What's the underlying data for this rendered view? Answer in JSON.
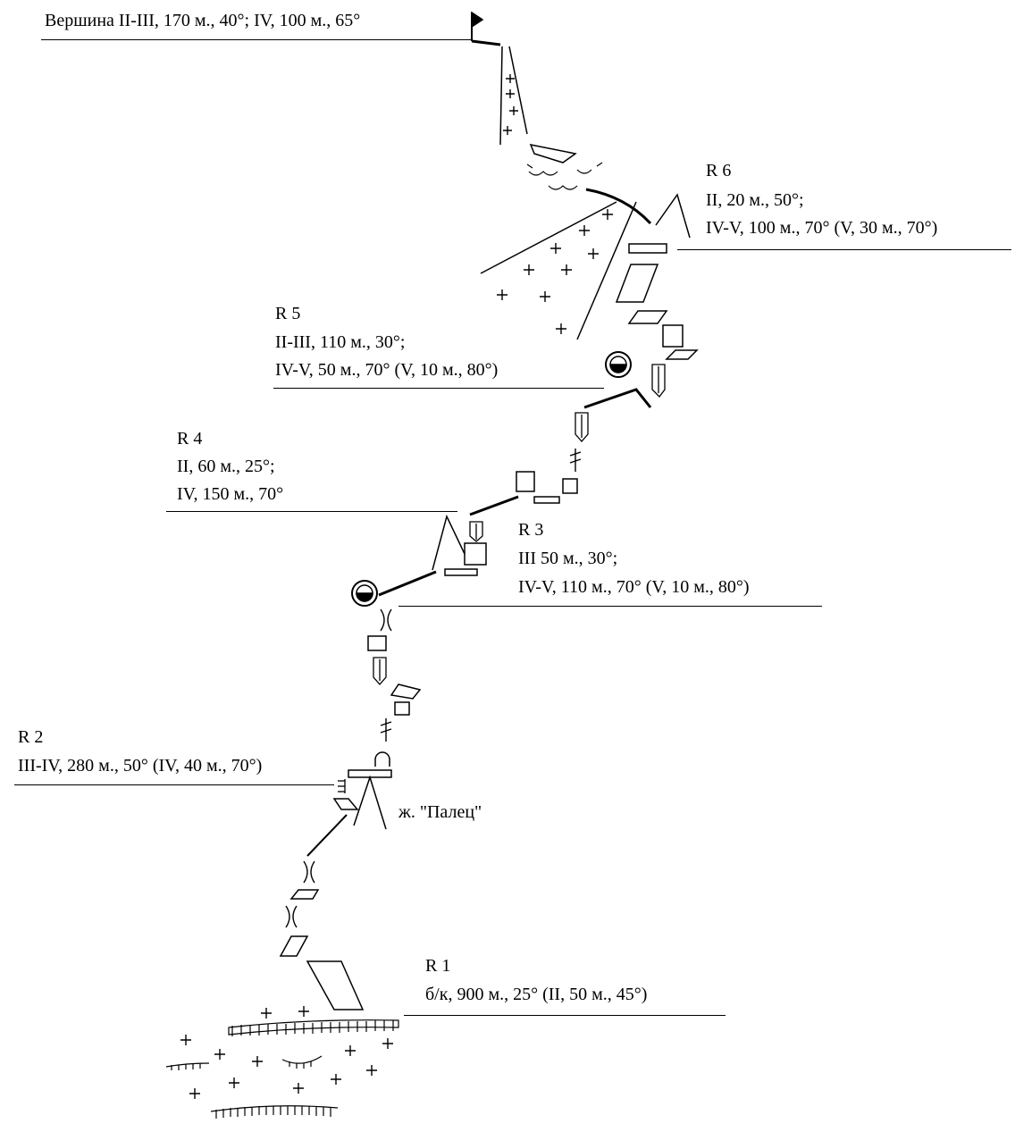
{
  "summit": {
    "text": "Вершина II-III, 170 м., 40°; IV, 100 м., 65°"
  },
  "r6": {
    "title": "R 6",
    "line1": "II, 20 м., 50°;",
    "line2": "IV-V, 100 м., 70° (V, 30 м., 70°)"
  },
  "r5": {
    "title": "R 5",
    "line1": "II-III, 110 м., 30°;",
    "line2": "IV-V, 50 м., 70° (V, 10 м., 80°)"
  },
  "r4": {
    "title": "R 4",
    "line1": "II, 60 м., 25°;",
    "line2": "IV, 150 м., 70°"
  },
  "r3": {
    "title": "R 3",
    "line1": "III 50 м., 30°;",
    "line2": "IV-V, 110 м., 70° (V, 10 м., 80°)"
  },
  "r2": {
    "title": "R 2",
    "line1": "III-IV, 280 м., 50° (IV, 40 м., 70°)"
  },
  "r1": {
    "title": "R 1",
    "line1": "б/к, 900 м., 25° (II, 50 м., 45°)"
  },
  "finger": {
    "text": "ж. \"Палец\""
  },
  "icons": [
    "flag-icon",
    "cross-icon",
    "rock-icon",
    "slab-icon",
    "block-icon",
    "ledge-icon",
    "crack-icon",
    "couloir-icon",
    "bivouac-icon",
    "gendarme-icon",
    "ice-icon",
    "piton-icon",
    "ladder-icon"
  ]
}
